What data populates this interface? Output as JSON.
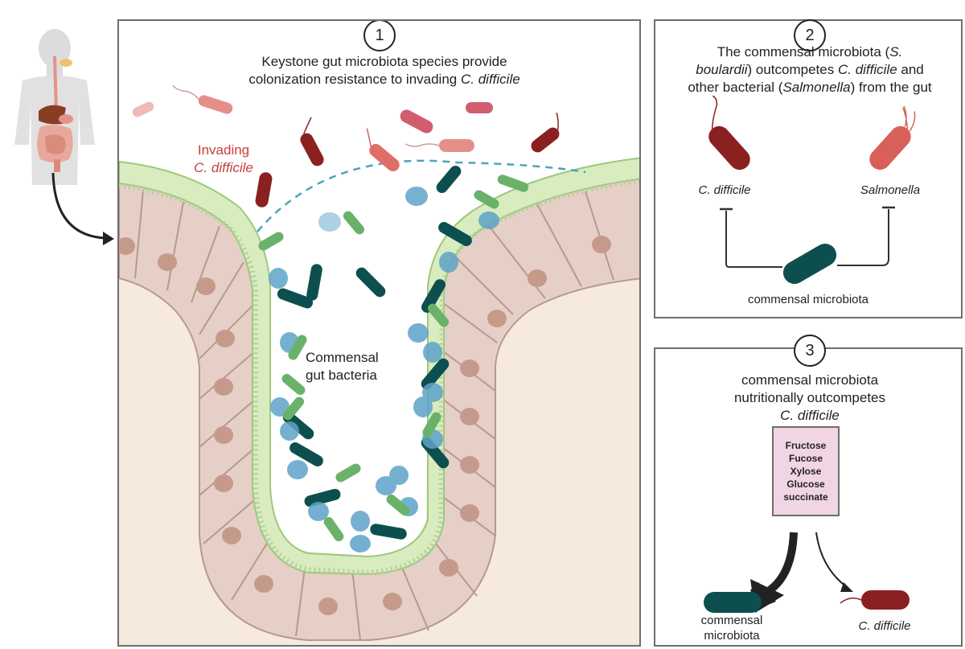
{
  "panel1": {
    "number": "1",
    "title_line1": "Keystone gut microbiota species provide",
    "title_line2_prefix": "colonization resistance to invading ",
    "title_line2_italic": "C. difficile",
    "invading_label_1": "Invading",
    "invading_label_2": "C. difficile",
    "commensal_label_1": "Commensal",
    "commensal_label_2": "gut bacteria"
  },
  "panel2": {
    "number": "2",
    "line1_a": "The commensal microbiota (",
    "line1_b": "S.",
    "line2_a": "boulardii",
    "line2_b": ") outcompetes ",
    "line2_c": "C. difficile",
    "line2_d": " and",
    "line3_a": "other bacterial (",
    "line3_b": "Salmonella",
    "line3_c": ") from the gut",
    "label_cdiff": "C. difficile",
    "label_salmonella": "Salmonella",
    "label_commensal": "commensal microbiota"
  },
  "panel3": {
    "number": "3",
    "title_line1": "commensal microbiota",
    "title_line2": "nutritionally outcompetes",
    "title_line3": "C. difficile",
    "nutrients": [
      "Fructose",
      "Fucose",
      "Xylose",
      "Glucose",
      "succinate"
    ],
    "label_commensal_1": "commensal",
    "label_commensal_2": "microbiota",
    "label_cdiff": "C. difficile"
  },
  "colors": {
    "commensal_dark": "#0d4f4f",
    "commensal_blue": "#5fa3c8",
    "commensal_green": "#6ab26a",
    "cdiff": "#8b2020",
    "salmonella": "#d9605a",
    "mucus": "#d9ecc0",
    "cell": "#e6cfc7",
    "nucleus": "#c69a8b"
  }
}
